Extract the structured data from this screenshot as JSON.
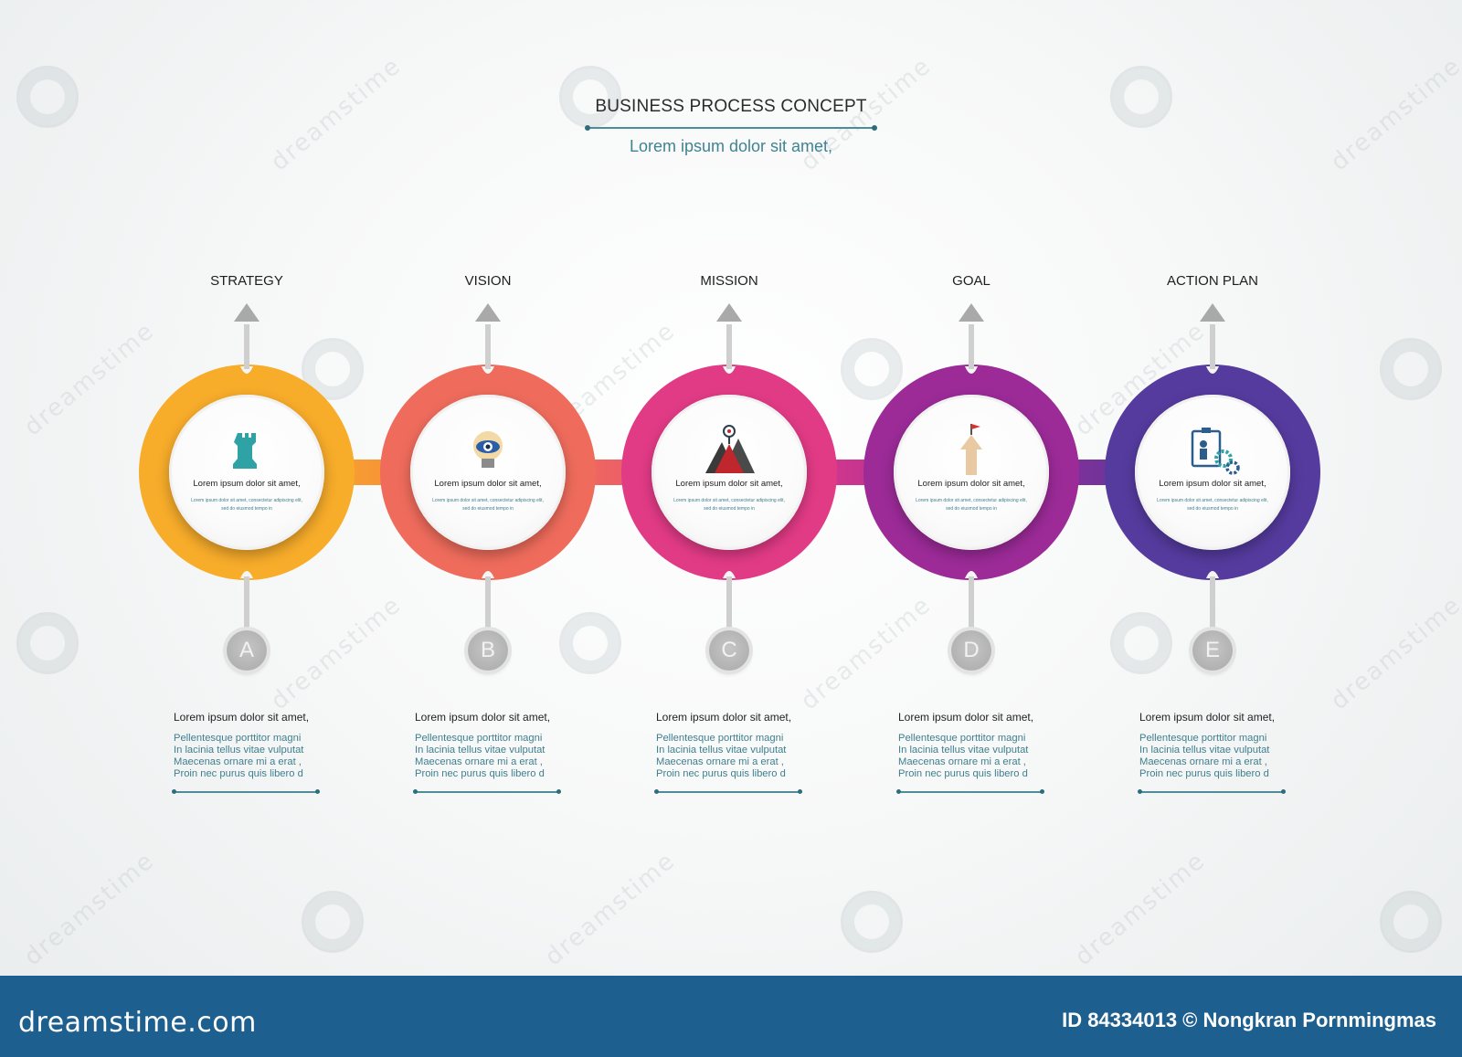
{
  "header": {
    "title": "BUSINESS PROCESS CONCEPT",
    "subtitle": "Lorem ipsum dolor sit amet,"
  },
  "steps": [
    {
      "label": "STRATEGY",
      "letter": "A",
      "color": "#f7ac2a",
      "icon": "chess-rook-icon",
      "circle_title": "Lorem ipsum dolor sit amet,",
      "circle_text": "Lorem ipsum dolor sit amet, consectetur adipiscing elit, sed do eiusmod tempo in",
      "desc_title": "Lorem ipsum dolor sit amet,",
      "desc_body": "Pellentesque porttitor magni\nIn lacinia tellus vitae vulputat\nMaecenas ornare mi a erat ,\nProin nec purus quis libero d"
    },
    {
      "label": "VISION",
      "letter": "B",
      "color": "#ef6c5c",
      "icon": "lightbulb-eye-icon",
      "circle_title": "Lorem ipsum dolor sit amet,",
      "circle_text": "Lorem ipsum dolor sit amet, consectetur adipiscing elit, sed do eiusmod tempo in",
      "desc_title": "Lorem ipsum dolor sit amet,",
      "desc_body": "Pellentesque porttitor magni\nIn lacinia tellus vitae vulputat\nMaecenas ornare mi a erat ,\nProin nec purus quis libero d"
    },
    {
      "label": "MISSION",
      "letter": "C",
      "color": "#e23b86",
      "icon": "mountain-target-icon",
      "circle_title": "Lorem ipsum dolor sit amet,",
      "circle_text": "Lorem ipsum dolor sit amet, consectetur adipiscing elit, sed do eiusmod tempo in",
      "desc_title": "Lorem ipsum dolor sit amet,",
      "desc_body": "Pellentesque porttitor magni\nIn lacinia tellus vitae vulputat\nMaecenas ornare mi a erat ,\nProin nec purus quis libero d"
    },
    {
      "label": "GOAL",
      "letter": "D",
      "color": "#9c2b98",
      "icon": "flag-arrow-icon",
      "circle_title": "Lorem ipsum dolor sit amet,",
      "circle_text": "Lorem ipsum dolor sit amet, consectetur adipiscing elit, sed do eiusmod tempo in",
      "desc_title": "Lorem ipsum dolor sit amet,",
      "desc_body": "Pellentesque porttitor magni\nIn lacinia tellus vitae vulputat\nMaecenas ornare mi a erat ,\nProin nec purus quis libero d"
    },
    {
      "label": "ACTION PLAN",
      "letter": "E",
      "color": "#553b9e",
      "icon": "presentation-gears-icon",
      "circle_title": "Lorem ipsum dolor sit amet,",
      "circle_text": "Lorem ipsum dolor sit amet, consectetur adipiscing elit, sed do eiusmod tempo in",
      "desc_title": "Lorem ipsum dolor sit amet,",
      "desc_body": "Pellentesque porttitor magni\nIn lacinia tellus vitae vulputat\nMaecenas ornare mi a erat ,\nProin nec purus quis libero d"
    }
  ],
  "watermark": "dreamstime",
  "footer": {
    "logo": "dreamstime.com",
    "credit": "ID 84334013 © Nongkran Pornmingmas"
  }
}
